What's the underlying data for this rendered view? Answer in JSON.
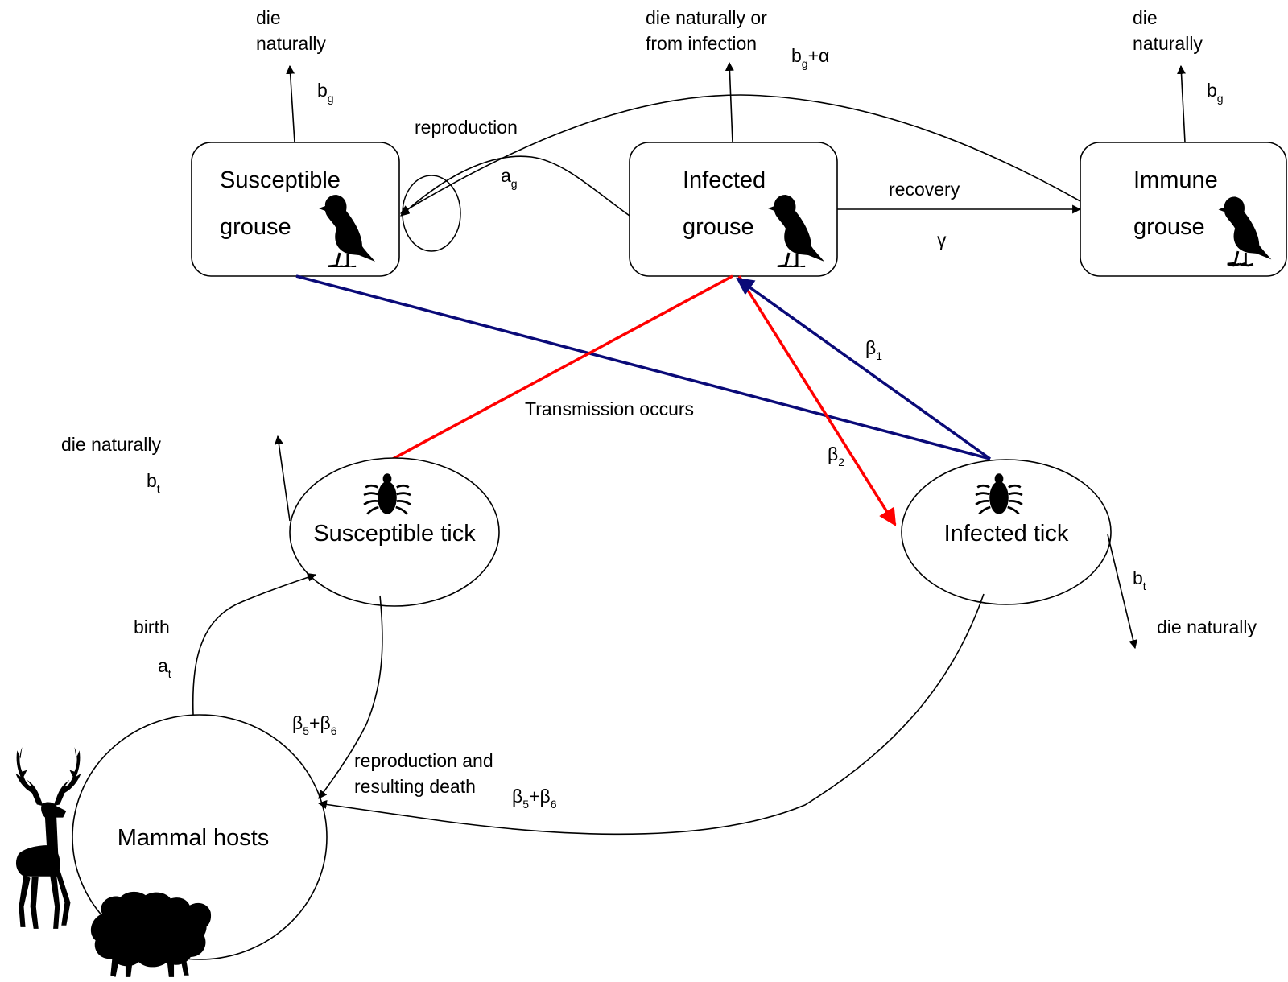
{
  "colors": {
    "stroke": "#000000",
    "transmission_red": "#ff0000",
    "transmission_blue": "#0a0a78",
    "background": "#ffffff"
  },
  "nodes": {
    "susceptible_grouse": {
      "line1": "Susceptible",
      "line2": "grouse"
    },
    "infected_grouse": {
      "line1": "Infected",
      "line2": "grouse"
    },
    "immune_grouse": {
      "line1": "Immune",
      "line2": "grouse"
    },
    "susceptible_tick": {
      "label": "Susceptible tick"
    },
    "infected_tick": {
      "label": "Infected tick"
    },
    "mammal_hosts": {
      "label": "Mammal hosts"
    }
  },
  "labels": {
    "sg_die_line1": "die",
    "sg_die_line2": "naturally",
    "ig_die_line1": "die naturally or",
    "ig_die_line2": "from infection",
    "im_die_line1": "die",
    "im_die_line2": "naturally",
    "reproduction": "reproduction",
    "recovery": "recovery",
    "gamma": "γ",
    "transmission": "Transmission occurs",
    "st_die": "die naturally",
    "it_die": "die naturally",
    "birth": "birth",
    "repro_death_line1": "reproduction and",
    "repro_death_line2": "resulting death"
  },
  "params": {
    "bg_sg": {
      "base": "b",
      "sub": "g"
    },
    "bg_im": {
      "base": "b",
      "sub": "g"
    },
    "bg_alpha": {
      "base": "b",
      "sub": "g",
      "rest": "+α"
    },
    "ag": {
      "base": "a",
      "sub": "g"
    },
    "beta1": {
      "base": "β",
      "sub": "1"
    },
    "beta2": {
      "base": "β",
      "sub": "2"
    },
    "bt_st": {
      "base": "b",
      "sub": "t"
    },
    "bt_it": {
      "base": "b",
      "sub": "t"
    },
    "at": {
      "base": "a",
      "sub": "t"
    },
    "beta56_a": {
      "base": "β",
      "sub": "5",
      "plus": "+β",
      "sub2": "6"
    },
    "beta56_b": {
      "base": "β",
      "sub": "5",
      "plus": "+β",
      "sub2": "6"
    }
  },
  "icons": [
    "grouse-icon",
    "tick-icon",
    "deer-icon",
    "sheep-icon"
  ]
}
